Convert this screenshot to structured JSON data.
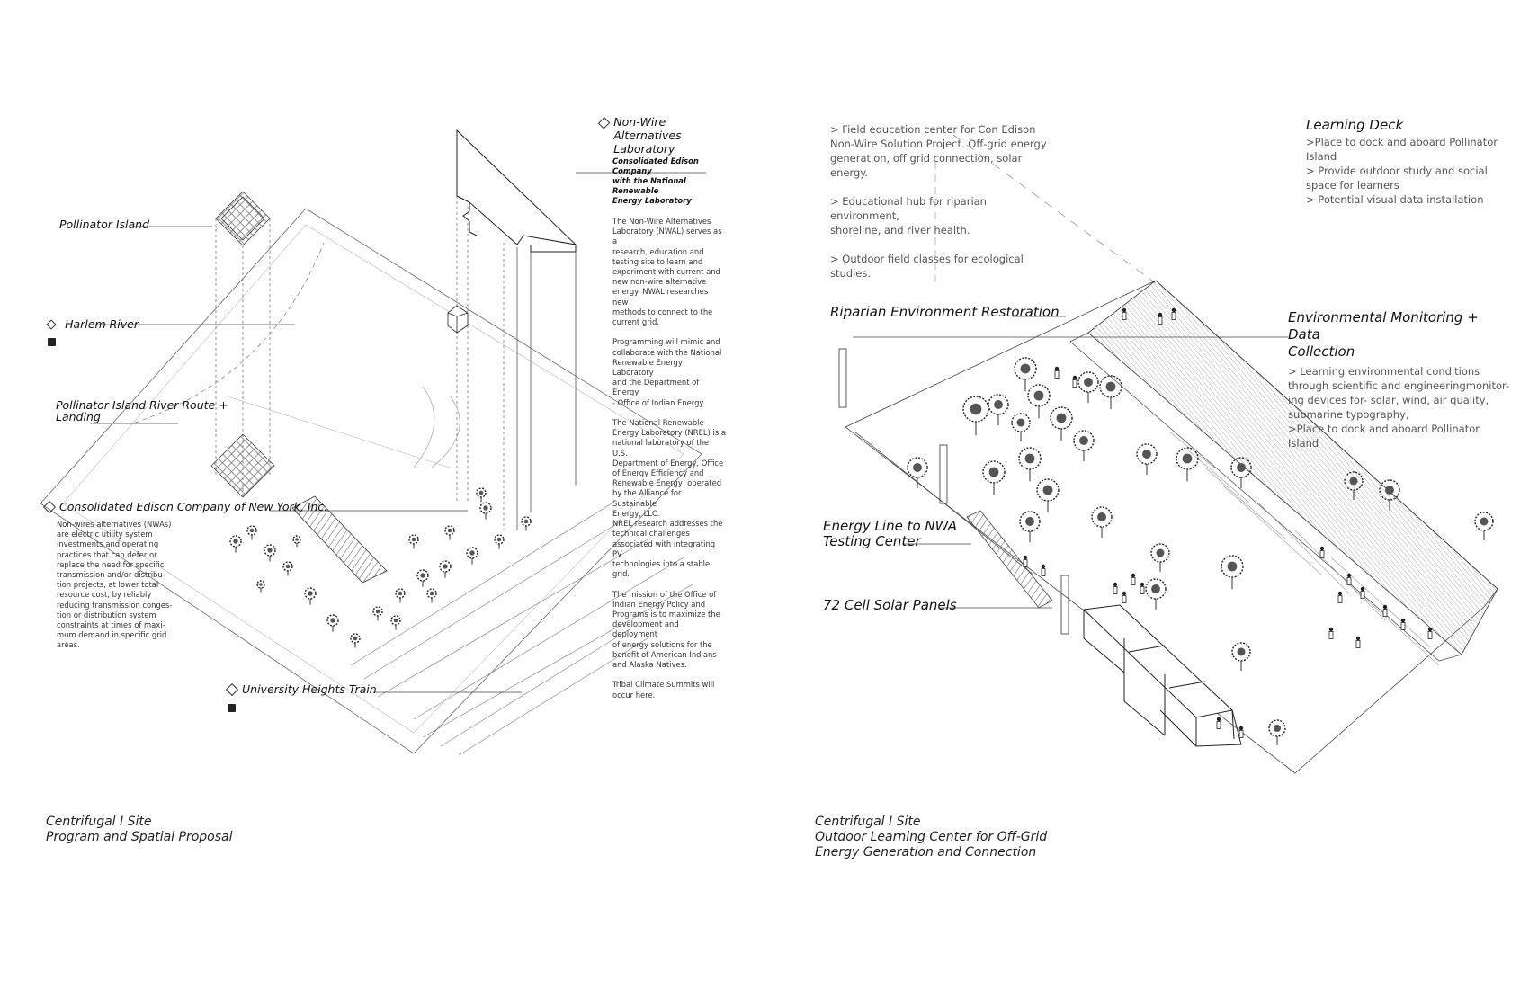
{
  "left": {
    "labels": {
      "pollinator_island": "Pollinator Island",
      "harlem_river": "Harlem River",
      "river_route": "Pollinator Island River Route +\nLanding",
      "con_edison": "Consolidated Edison Company of New York, Inc.",
      "university_heights": "University Heights Train"
    },
    "nwal": {
      "title": "Non-Wire Alternatives\nLaboratory",
      "subtitle": "Consolidated Edison Company\nwith the National Renewable\nEnergy Laboratory",
      "body": "The Non-Wire Alternatives\nLaboratory (NWAL) serves as a\nresearch, education and\ntesting site to learn and\nexperiment with current and\nnew non-wire alternative\nenergy. NWAL researches new\nmethods to connect to the\ncurrent grid.\n\nProgramming will mimic and\ncollaborate with the National\nRenewable Energy Laboratory\nand the Department of Energy\n- Office of Indian Energy.\n\nThe National Renewable\nEnergy Laboratory (NREL)  is a\nnational laboratory of the U.S.\nDepartment of Energy, Office\nof Energy Efficiency and\nRenewable Energy, operated\nby the Alliance for Sustainable\nEnergy, LLC.\nNREL research addresses the\ntechnical challenges\nassociated with integrating PV\ntechnologies into a stable grid.\n\nThe mission of the Office of\nIndian Energy Policy and\nPrograms is to maximize the\ndevelopment and deployment\nof energy solutions for the\nbenefit of American Indians\nand Alaska Natives.\n\nTribal Climate Summits will\noccur here."
    },
    "con_edison_body": "Non-wires alternatives (NWAs)\nare electric utility system\ninvestments and operating\npractices that can defer or\nreplace the need for specific\ntransmission and/or distribu-\ntion projects, at lower total\nresource cost, by reliably\nreducing transmission conges-\ntion or distribution system\nconstraints at times of maxi-\nmum demand in specific grid\nareas.",
    "caption": "Centrifugal I Site\nProgram and Spatial Proposal"
  },
  "right": {
    "notes": "> Field education center for Con Edison\nNon-Wire Solution Project. Off-grid energy\ngeneration, off grid connection, solar energy.\n\n> Educational hub for riparian environment,\nshoreline, and river health.\n\n> Outdoor field classes for ecological studies.",
    "learning_deck": {
      "title": "Learning Deck",
      "body": ">Place to dock and aboard Pollinator\nIsland\n> Provide outdoor study and social\nspace for learners\n> Potential visual data installation"
    },
    "riparian": "Riparian Environment Restoration",
    "env_monitoring": {
      "title": "Environmental Monitoring + Data\nCollection",
      "body": "> Learning environmental conditions\nthrough scientific and engineeringmonitor-\ning devices for- solar, wind, air quality,\nsubmarine typography,\n>Place to dock and aboard Pollinator Island"
    },
    "energy_line": "Energy Line to NWA\nTesting Center",
    "solar_panels": "72 Cell Solar Panels",
    "caption": "Centrifugal I Site\nOutdoor Learning Center for Off-Grid\nEnergy Generation and Connection"
  },
  "colors": {
    "ink": "#1a1a1a",
    "line": "#555555",
    "hatch": "#777777",
    "note_gray": "#555555"
  },
  "icons": [
    "diamond-marker-icon",
    "station-badge-icon",
    "tree-icon",
    "person-icon"
  ]
}
